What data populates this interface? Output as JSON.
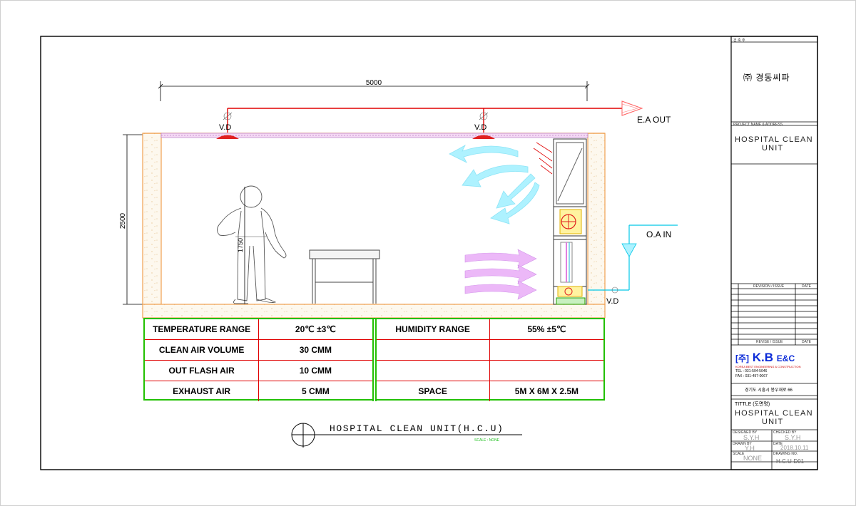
{
  "drawing": {
    "dim_width": "5000",
    "dim_height": "2500",
    "dim_person": "1750",
    "label_vd": "V.D",
    "label_ea_out": "E.A OUT",
    "label_oa_in": "O.A IN",
    "title": "HOSPITAL CLEAN UNIT(H.C.U)",
    "scale": "SCALE : NONE"
  },
  "spec_table": {
    "rows": [
      {
        "label": "TEMPERATURE RANGE",
        "value": "20℃ ±3℃",
        "label2": "HUMIDITY RANGE",
        "value2": "55% ±5℃"
      },
      {
        "label": "CLEAN AIR VOLUME",
        "value": "30 CMM",
        "label2": "",
        "value2": ""
      },
      {
        "label": "OUT FLASH AIR",
        "value": "10 CMM",
        "label2": "",
        "value2": ""
      },
      {
        "label": "EXHAUST AIR",
        "value": "5 CMM",
        "label2": "SPACE",
        "value2": "5M X 6M X 2.5M"
      }
    ]
  },
  "title_block": {
    "client_header": "건 축 주",
    "client_name": "㈜ 경동씨파",
    "project_header": "PROJECT NAME & ADDRESS",
    "project_name_1": "HOSPITAL CLEAN",
    "project_name_2": "UNIT",
    "revision_header": "REVISION / ISSUE",
    "revision_date_header": "DATE",
    "revision_footer": "REVISE / ISSUE",
    "revision_footer_date": "DATE",
    "logo_prefix": "[주]",
    "logo_main": "K.B",
    "logo_suffix": "E&C",
    "logo_subtitle": "KOREA BEST ENGINEERING & CONSTRUCTION",
    "tel": "TEL : 031-504-5046",
    "fax": "FAX : 031-497-0067",
    "address": "경기도 시흥시 봉우재로 66",
    "tittle_header": "TITTLE (도면명)",
    "tittle_1": "HOSPITAL CLEAN",
    "tittle_2": "UNIT",
    "designed_header": "DESIGNED BY",
    "designed_value": "S.Y.H",
    "checked_header": "CHECKED BY",
    "checked_value": "S.Y.H",
    "drawn_header": "DRAWN BY",
    "drawn_value": "Y.H",
    "date_header": "DATE",
    "date_value": "2018.10.11",
    "scale_header": "SCALE",
    "scale_value": "NONE",
    "dwgno_header": "DRAWING NO.",
    "dwgno_value": "H.C.U-D01"
  },
  "colors": {
    "duct_supply": "#e00000",
    "duct_oa": "#00c8e8",
    "wall": "#f0a050",
    "airflow_cyan": "#9cefff",
    "airflow_violet": "#e8a8f4",
    "table_border": "#22c000"
  }
}
